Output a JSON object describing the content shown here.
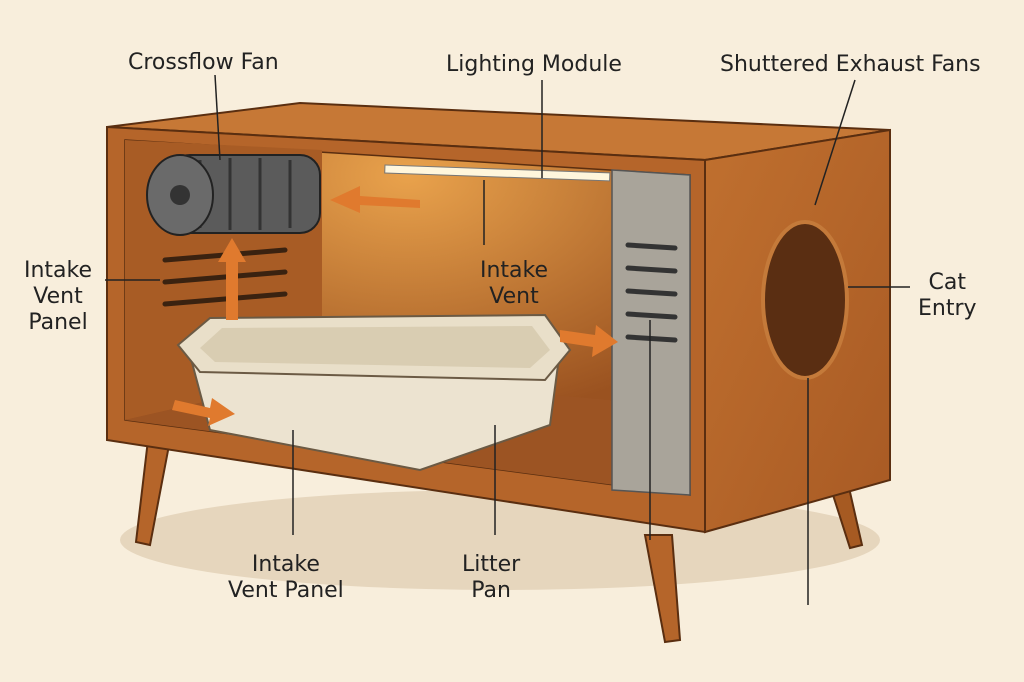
{
  "labels": {
    "crossflow_fan": "Crossflow Fan",
    "lighting_module": "Lighting Module",
    "shuttered_exhaust_fans": "Shuttered Exhaust Fans",
    "intake_vent_panel_left": [
      "Intake",
      "Vent",
      "Panel"
    ],
    "intake_vent_center": [
      "Intake",
      "Vent"
    ],
    "cat_entry": [
      "Cat",
      "Entry"
    ],
    "intake_vent_panel_bottom": [
      "Intake",
      "Vent Panel"
    ],
    "litter_pan": [
      "Litter",
      "Pan"
    ]
  },
  "colors": {
    "background": "#f8eedc",
    "wood": "#b5652a",
    "wood_dark": "#8e4a1c",
    "arrow": "#e07a2e",
    "panel": "#a9a49a",
    "pan": "#ece3d0"
  }
}
